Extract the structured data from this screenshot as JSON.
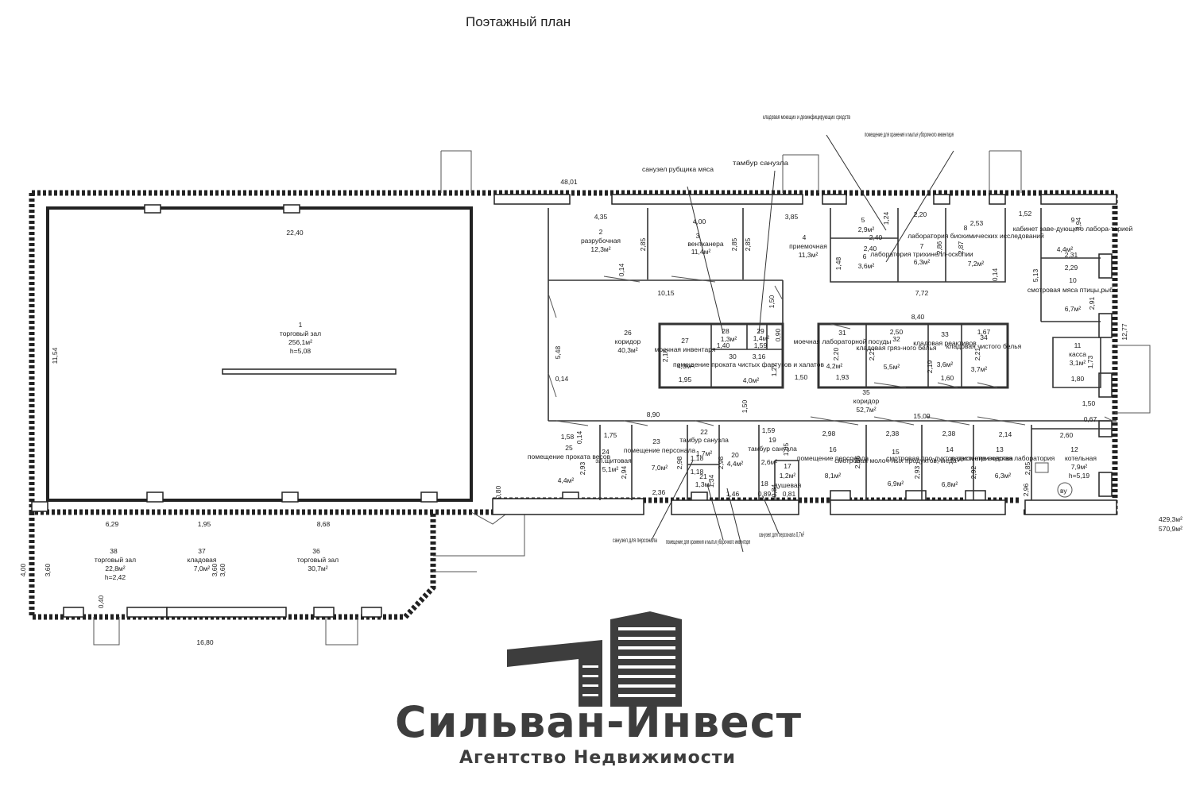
{
  "title": "Поэтажный план",
  "rooms": [
    {
      "key": "r1",
      "number": "1",
      "name": "торговый зал",
      "area": "256,1м²",
      "height": "h=5,08"
    },
    {
      "key": "r2",
      "number": "2",
      "name": "разрубочная",
      "area": "12,3м²"
    },
    {
      "key": "r3",
      "number": "3",
      "name": "вентканера",
      "area": "11,4м²"
    },
    {
      "key": "r4",
      "number": "4",
      "name": "приемочная",
      "area": "11,3м²"
    },
    {
      "key": "r5",
      "number": "5",
      "area": "2,9м²"
    },
    {
      "key": "r6",
      "number": "6",
      "area": "3,6м²"
    },
    {
      "key": "r7",
      "number": "7",
      "name": "лаборатория трихинелл-оскопии",
      "area": "6,3м²"
    },
    {
      "key": "r8",
      "number": "8",
      "name": "лаборатория биохимических исследований",
      "area": "7,2м²"
    },
    {
      "key": "r9",
      "number": "9",
      "name": "кабинет заве-дующего лабора-торией",
      "area": "4,4м²"
    },
    {
      "key": "r10",
      "number": "10",
      "name": "смотровая мяса птицы,рыбы",
      "area": "6,7м²"
    },
    {
      "key": "r11",
      "number": "11",
      "name": "касса",
      "area": "3,1м²"
    },
    {
      "key": "r12",
      "number": "12",
      "name": "котельная",
      "area": "7,9м²",
      "height": "h=5,19"
    },
    {
      "key": "r13",
      "number": "13",
      "name": "радиометри-ческая лаборатория",
      "area": "6,3м²"
    },
    {
      "key": "r14",
      "number": "14",
      "name": "смотровая про-дуктов растение-водства",
      "area": "6,8м²"
    },
    {
      "key": "r15",
      "number": "15",
      "name": "смотровая молоч-ных продуктов, меда",
      "area": "6,9м²"
    },
    {
      "key": "r16",
      "number": "16",
      "name": "помещение персонала",
      "area": "8,1м²"
    },
    {
      "key": "r17",
      "number": "17",
      "name": "душевая",
      "area": "1,2м²"
    },
    {
      "key": "r18",
      "number": "18"
    },
    {
      "key": "r19",
      "number": "19",
      "name": "тамбур санузла",
      "area": "2,6м²"
    },
    {
      "key": "r20",
      "number": "20",
      "area": "4,4м²"
    },
    {
      "key": "r21",
      "number": "21",
      "area": "1,3м²"
    },
    {
      "key": "r22",
      "number": "22",
      "name": "тамбур санузла",
      "area": "1,7м²"
    },
    {
      "key": "r23",
      "number": "23",
      "name": "помещение персонала",
      "area": "7,0м²"
    },
    {
      "key": "r24",
      "number": "24",
      "name": "эл.щитовая",
      "area": "5,1м²"
    },
    {
      "key": "r25",
      "number": "25",
      "name": "помещение проката весов",
      "area": "4,4м²"
    },
    {
      "key": "r26",
      "number": "26",
      "name": "коридор",
      "area": "40,3м²"
    },
    {
      "key": "r27",
      "number": "27",
      "name": "моечная инвентаря",
      "area": "4,3м²"
    },
    {
      "key": "r28",
      "number": "28",
      "area": "1,3м²"
    },
    {
      "key": "r29",
      "number": "29",
      "area": "1,4м²"
    },
    {
      "key": "r30",
      "number": "30",
      "name": "помещение проката чистых фартуков и халатов",
      "area": "4,0м²"
    },
    {
      "key": "r31",
      "number": "31",
      "name": "моечная лабораторной посуды",
      "area": "4,2м²"
    },
    {
      "key": "r32",
      "number": "32",
      "name": "кладовая гряз-ного белья",
      "area": "5,5м²"
    },
    {
      "key": "r33",
      "number": "33",
      "name": "кладовая реактивов",
      "area": "3,6м²"
    },
    {
      "key": "r34",
      "number": "34",
      "name": "кладовая чистого белья",
      "area": "3,7м²"
    },
    {
      "key": "r35",
      "number": "35",
      "name": "коридор",
      "area": "52,7м²"
    },
    {
      "key": "r36",
      "number": "36",
      "name": "торговый зал",
      "area": "30,7м²"
    },
    {
      "key": "r37",
      "number": "37",
      "name": "кладовая",
      "area": "7,0м²"
    },
    {
      "key": "r38",
      "number": "38",
      "name": "торговый зал",
      "area": "22,8м²",
      "height": "h=2,42"
    }
  ],
  "callouts": [
    {
      "key": "c1",
      "text": "кладовая моющих и дезинфицирующих средств"
    },
    {
      "key": "c2",
      "text": "помещение для хранения и мытья уборочного инвентаря"
    },
    {
      "key": "c3",
      "text": "санузел рубщика мяса"
    },
    {
      "key": "c4",
      "text": "тамбур санузла"
    },
    {
      "key": "c5",
      "text": "санузел для персонала"
    },
    {
      "key": "c6",
      "text": "помещение для хранения и мытья уборочного инвентаря"
    },
    {
      "key": "c7",
      "text": "санузел для персонала 0,7м²"
    }
  ],
  "dimensions": [
    "48,01",
    "22,40",
    "11,54",
    "4,35",
    "4,00",
    "3,85",
    "2,85",
    "2,85",
    "2,85",
    "0,14",
    "10,15",
    "1,50",
    "5,48",
    "0,14",
    "1,40",
    "1,59",
    "0,90",
    "3,16",
    "1,27",
    "1,95",
    "2,18",
    "1,50",
    "1,50",
    "8,40",
    "2,50",
    "1,67",
    "2,21",
    "2,21",
    "2,20",
    "2,19",
    "1,93",
    "1,60",
    "15,09",
    "1,50",
    "0,67",
    "1,24",
    "2,40",
    "2,40",
    "1,48",
    "2,20",
    "2,53",
    "2,87",
    "2,86",
    "0,14",
    "7,72",
    "1,52",
    "2,94",
    "2,31",
    "2,29",
    "5,13",
    "2,91",
    "1,73",
    "1,80",
    "12,77",
    "8,90",
    "1,58",
    "0,14",
    "1,75",
    "2,93",
    "2,94",
    "2,98",
    "1,18",
    "1,18",
    "1,34",
    "2,98",
    "1,59",
    "1,05",
    "0,89",
    "0,81",
    "0,84",
    "2,36",
    "1,46",
    "2,98",
    "2,56",
    "2,38",
    "2,93",
    "2,38",
    "2,14",
    "2,60",
    "2,85",
    "2,92",
    "2,96",
    "0,80",
    "6,29",
    "1,95",
    "8,68",
    "4,00",
    "3,60",
    "3,60",
    "3,60",
    "0,40",
    "16,80"
  ],
  "totals": [
    "429,3м²",
    "570,9м²"
  ],
  "markers": [
    "ву"
  ],
  "brand": {
    "name": "Сильван-Инвест",
    "tagline": "Агентство Недвижимости"
  },
  "colors": {
    "plan_lines": "#222222",
    "logo": "#3d3d3d"
  }
}
